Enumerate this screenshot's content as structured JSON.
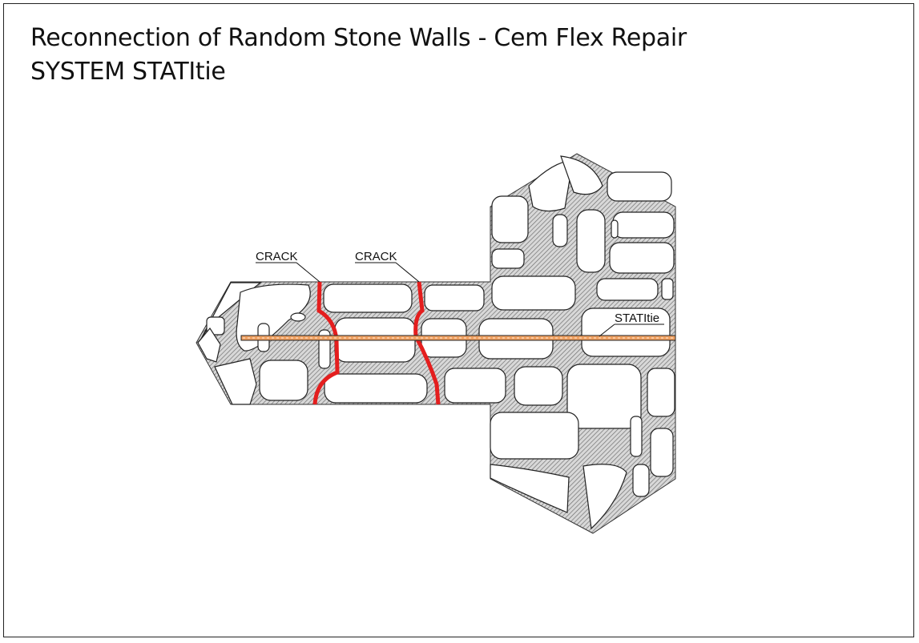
{
  "title": {
    "line1": "Reconnection of Random Stone Walls - Cem Flex Repair",
    "line2": "SYSTEM STATItie"
  },
  "labels": {
    "crack_left": "CRACK",
    "crack_right": "CRACK",
    "tie": "STATItie"
  },
  "colors": {
    "crack": "#e41e1e",
    "tie": "#f0a060",
    "mortar_hatch": "#777777"
  }
}
